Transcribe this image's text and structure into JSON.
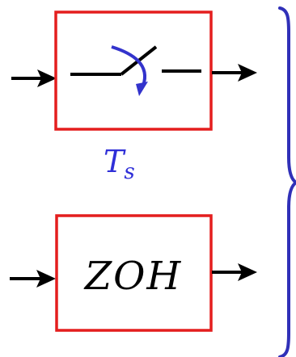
{
  "sampler": {
    "period_symbol": "T",
    "period_subscript": "s",
    "label_color": "#2f2fd8",
    "box_color": "#e41e1e",
    "switch_arrow_color": "#3333cc"
  },
  "zoh": {
    "label": "ZOH",
    "box_color": "#e41e1e"
  },
  "brace": {
    "color": "#3030b8"
  },
  "line_color": "#000000"
}
